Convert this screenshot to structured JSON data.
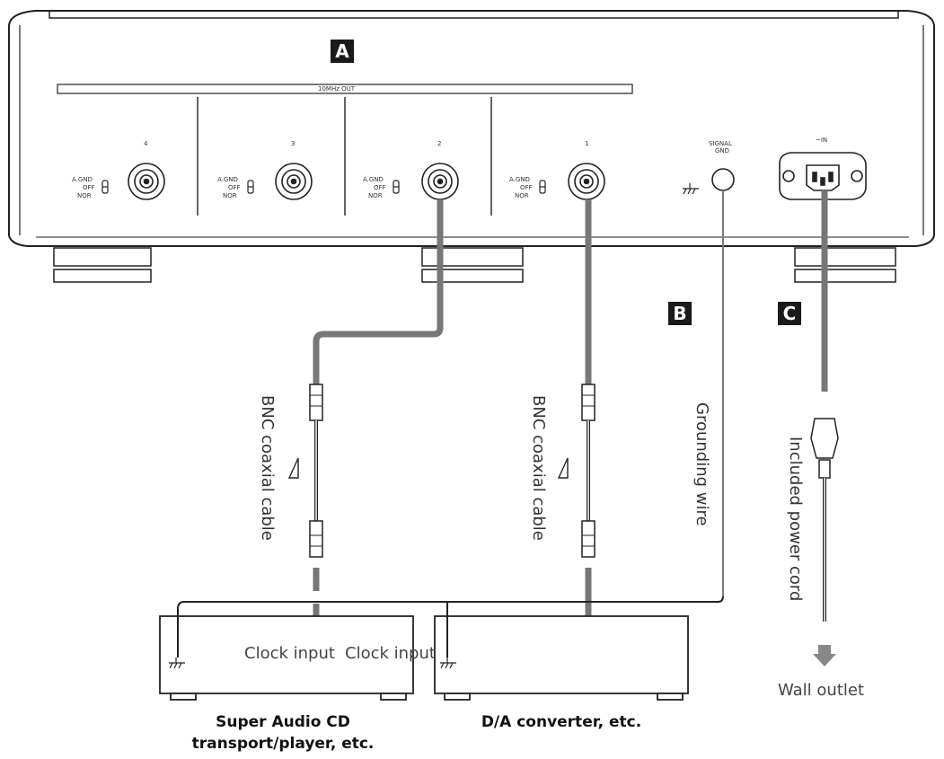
{
  "markers": {
    "a": "A",
    "b": "B",
    "c": "C"
  },
  "panel": {
    "output_title": "10MHz OUT",
    "channels": [
      {
        "number": "4",
        "switch": [
          "A.GND",
          "OFF",
          "NOR"
        ]
      },
      {
        "number": "3",
        "switch": [
          "A.GND",
          "OFF",
          "NOR"
        ]
      },
      {
        "number": "2",
        "switch": [
          "A.GND",
          "OFF",
          "NOR"
        ]
      },
      {
        "number": "1",
        "switch": [
          "A.GND",
          "OFF",
          "NOR"
        ]
      }
    ],
    "signal_gnd": [
      "SIGNAL",
      "GND"
    ],
    "ac_in": "~IN"
  },
  "cables": {
    "bnc_left": "BNC coaxial cable",
    "bnc_right": "BNC coaxial cable",
    "grounding": "Grounding wire",
    "power_cord": "Included power cord"
  },
  "devices": {
    "left_input": "Clock input",
    "right_input": "Clock input",
    "left_name_line1": "Super Audio CD",
    "left_name_line2": "transport/player, etc.",
    "right_name": "D/A converter, etc."
  },
  "wall_outlet": "Wall outlet"
}
